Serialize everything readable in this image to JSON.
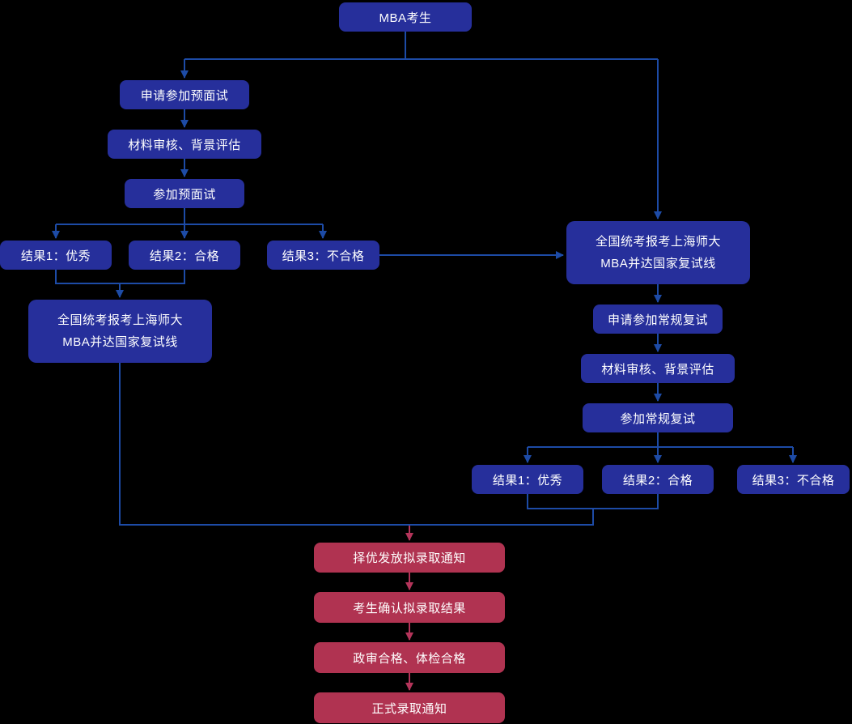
{
  "diagram": {
    "nodes": {
      "mba_candidate": "MBA考生",
      "apply_pre_interview": "申请参加预面试",
      "material_review_pre": "材料审核、背景评估",
      "attend_pre_interview": "参加预面试",
      "pre_result_1": "结果1：优秀",
      "pre_result_2": "结果2：合格",
      "pre_result_3": "结果3：不合格",
      "national_exam_left_line1": "全国统考报考上海师大",
      "national_exam_left_line2": "MBA并达国家复试线",
      "national_exam_right_line1": "全国统考报考上海师大",
      "national_exam_right_line2": "MBA并达国家复试线",
      "apply_regular_retest": "申请参加常规复试",
      "material_review_retest": "材料审核、背景评估",
      "attend_regular_retest": "参加常规复试",
      "retest_result_1": "结果1：优秀",
      "retest_result_2": "结果2：合格",
      "retest_result_3": "结果3：不合格",
      "offer_notice": "择优发放拟录取通知",
      "confirm_offer": "考生确认拟录取结果",
      "checks_pass": "政审合格、体检合格",
      "formal_admission": "正式录取通知"
    },
    "colors": {
      "background": "#000000",
      "node_blue": "#262f9b",
      "node_red": "#b03351",
      "line_blue": "#1d4ba6",
      "line_red": "#b4345a",
      "text": "#ffffff"
    }
  }
}
